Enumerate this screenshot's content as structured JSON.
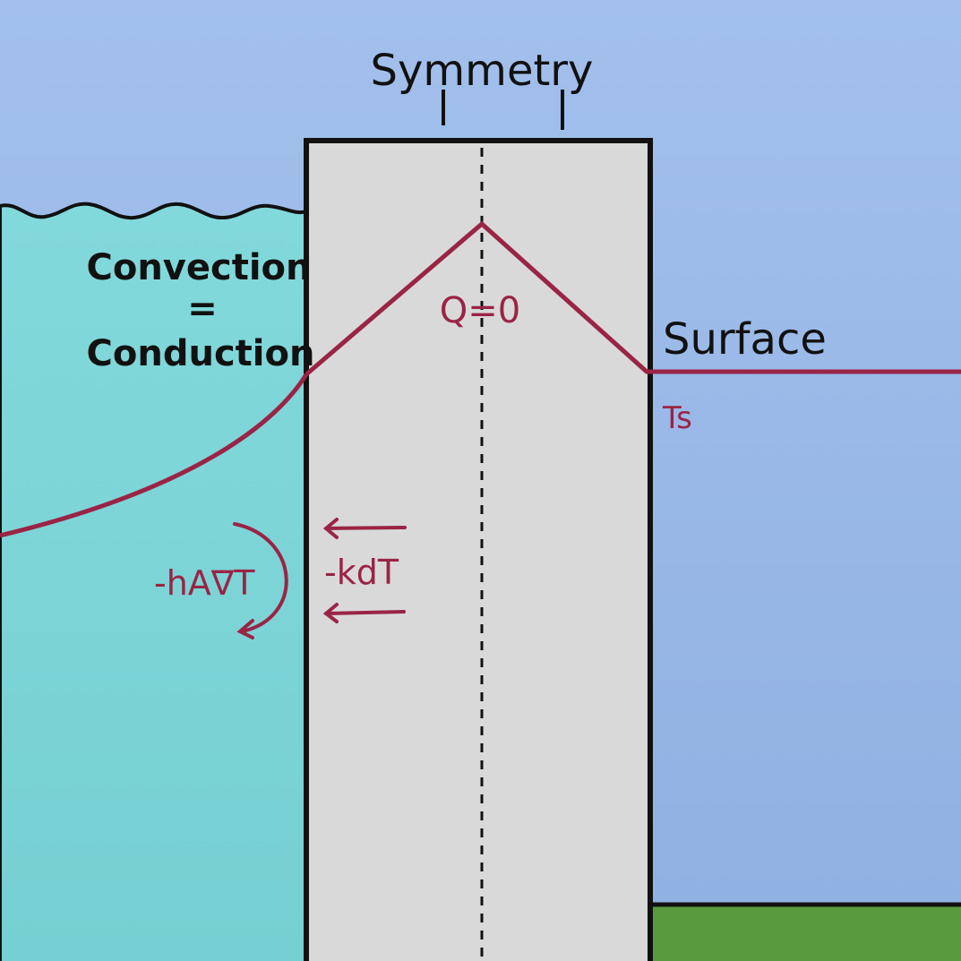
{
  "labels": {
    "symmetry": "Symmetry",
    "convection": "Convection",
    "equals": "=",
    "conduction": "Conduction",
    "q_zero": "Q=0",
    "surface": "Surface",
    "ts": "Ts",
    "convective_flux": "-hA∇T",
    "conductive_flux": "-kdT"
  },
  "colors": {
    "sky": "#9cbbe8",
    "water": "#7dd3d5",
    "wall": "#d9d9da",
    "profile": "#9a2445",
    "ground": "#5a9a3e",
    "ink": "#111111"
  }
}
